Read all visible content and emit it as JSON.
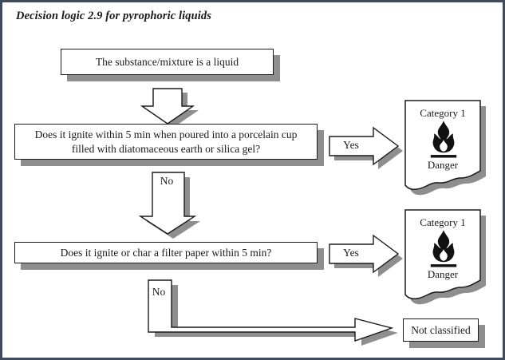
{
  "header": {
    "title": "Decision logic 2.9 for pyrophoric liquids"
  },
  "flow": {
    "start": "The substance/mixture is a liquid",
    "decisions": [
      {
        "question": "Does it ignite within 5 min when poured into a porcelain cup filled with diatomaceous earth or silica gel?",
        "yes_label": "Yes",
        "no_label": "No",
        "result": {
          "category": "Category 1",
          "signal_word": "Danger",
          "pictogram": "flame-icon"
        }
      },
      {
        "question": "Does it ignite or char a filter paper within 5 min?",
        "yes_label": "Yes",
        "no_label": "No",
        "result": {
          "category": "Category 1",
          "signal_word": "Danger",
          "pictogram": "flame-icon"
        }
      }
    ],
    "final": {
      "not_classified": "Not classified"
    }
  },
  "colors": {
    "frame": "#3f4a5d",
    "shadow": "#8e8e8e",
    "outline": "#1a1a1a",
    "box_fill": "#ffffff"
  }
}
